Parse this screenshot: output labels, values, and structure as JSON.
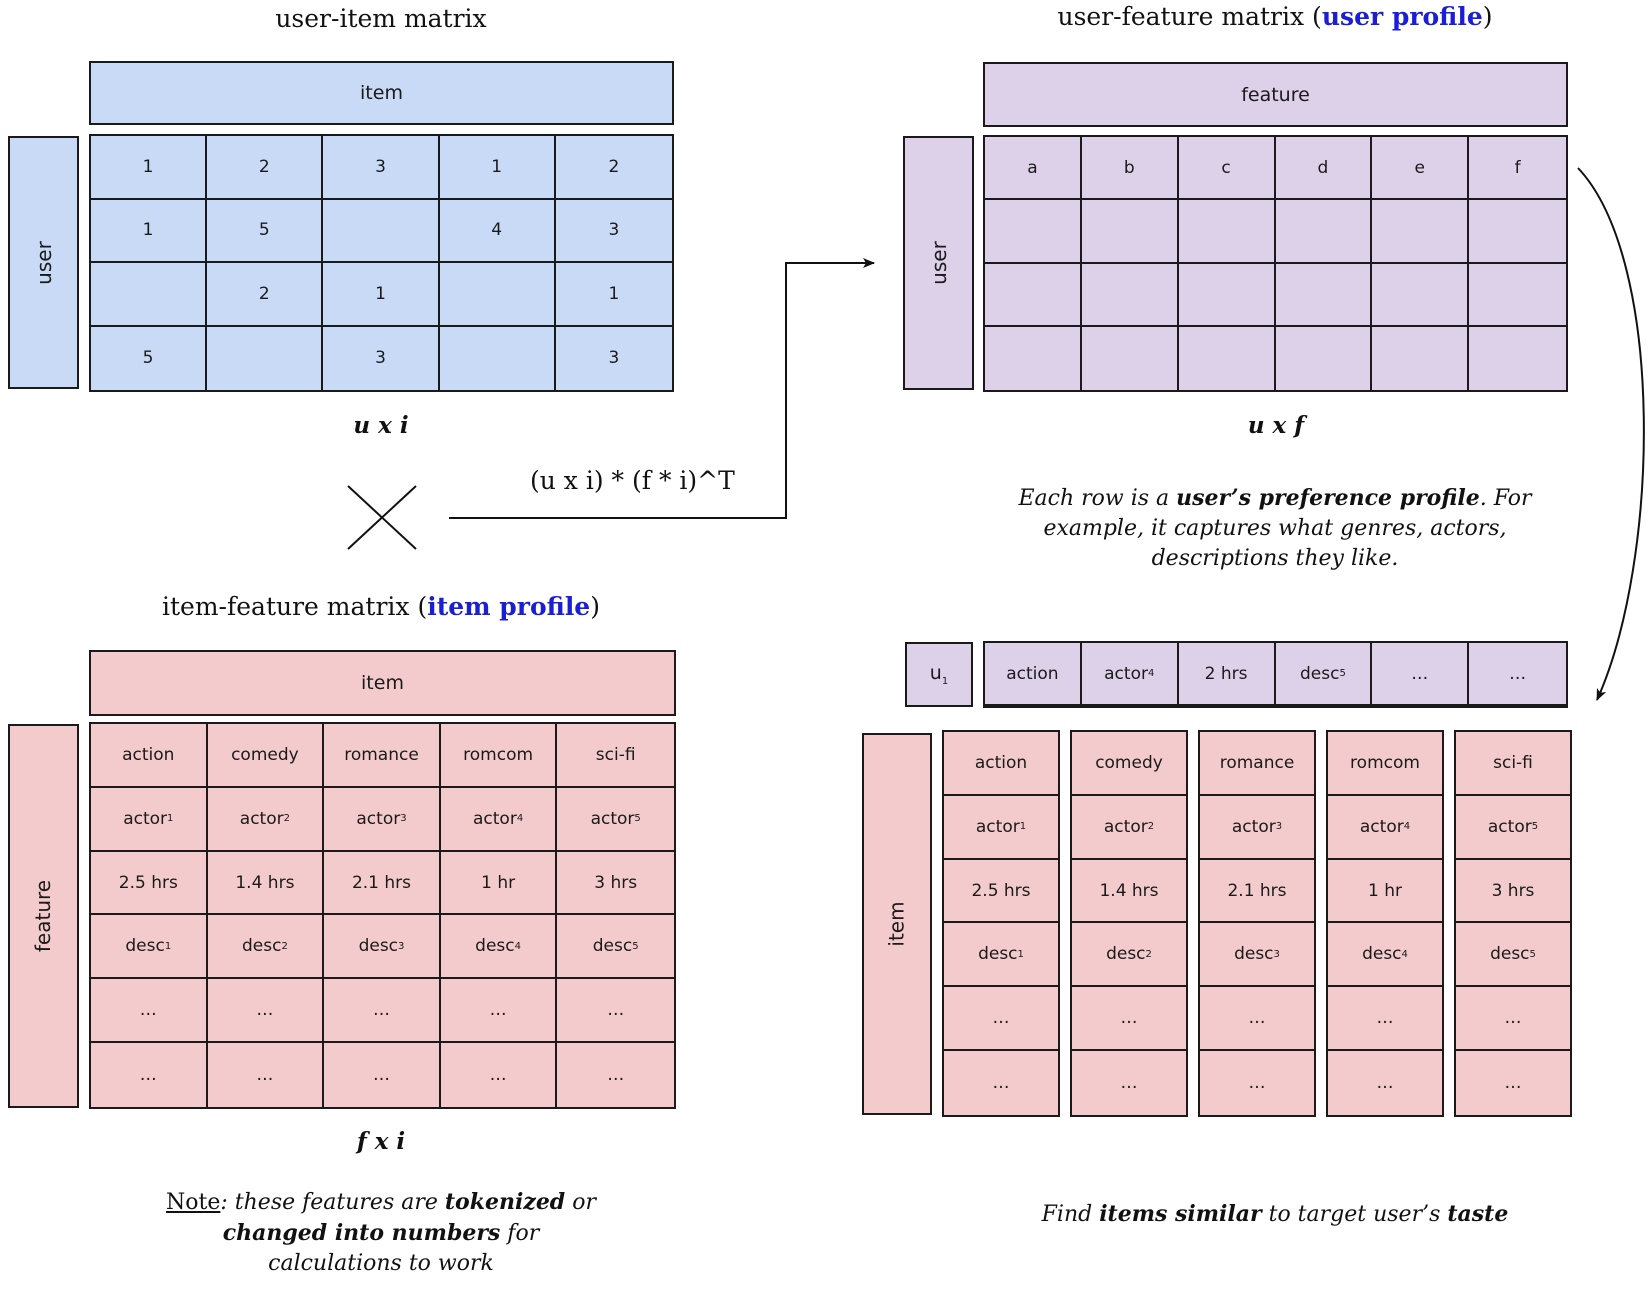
{
  "user_item": {
    "title": "user-item matrix",
    "col_header": "item",
    "row_header": "user",
    "rows": [
      [
        "1",
        "2",
        "3",
        "1",
        "2"
      ],
      [
        "1",
        "5",
        "",
        "4",
        "3"
      ],
      [
        "",
        "2",
        "1",
        "",
        "1"
      ],
      [
        "5",
        "",
        "3",
        "",
        "3"
      ]
    ],
    "dim": "u x i"
  },
  "operation": {
    "formula": "(u x i) * (f * i)^T"
  },
  "item_feature": {
    "title_pre": "item-feature matrix (",
    "title_highlight": "item profile",
    "title_post": ")",
    "col_header": "item",
    "row_header": "feature",
    "genres": [
      "action",
      "comedy",
      "romance",
      "romcom",
      "sci-fi"
    ],
    "actor_label": "actor",
    "actor_subs": [
      "1",
      "2",
      "3",
      "4",
      "5"
    ],
    "durations": [
      "2.5 hrs",
      "1.4 hrs",
      "2.1 hrs",
      "1 hr",
      "3 hrs"
    ],
    "desc_label": "desc",
    "desc_subs": [
      "1",
      "2",
      "3",
      "4",
      "5"
    ],
    "ellipsis": "…",
    "dim": "f x i",
    "note_underlined": "Note",
    "note_1": ": these features are ",
    "note_bold_1": "tokenized",
    "note_2": " or",
    "note_bold_2": "changed into numbers",
    "note_3": " for",
    "note_4": "calculations to work"
  },
  "user_feature": {
    "title_pre": "user-feature matrix (",
    "title_highlight": "user profile",
    "title_post": ")",
    "col_header": "feature",
    "row_header": "user",
    "cols": [
      "a",
      "b",
      "c",
      "d",
      "e",
      "f"
    ],
    "dim": "u x f",
    "caption_1": "Each row is a ",
    "caption_bold": "user’s preference profile",
    "caption_2": ". For",
    "caption_3": "example, it captures what genres, actors,",
    "caption_4": "descriptions they like."
  },
  "profile_row": {
    "user_label": "u",
    "user_sub": "1",
    "cells": [
      "action",
      "actor",
      "2 hrs",
      "desc",
      "…",
      "…"
    ],
    "actor_sub": "4",
    "desc_sub": "5"
  },
  "item_columns": {
    "row_header": "item",
    "caption_1": "Find ",
    "caption_bold_1": "items similar",
    "caption_2": " to target user’s ",
    "caption_bold_2": "taste"
  },
  "colors": {
    "blue": "#c9daf7",
    "purple": "#dcd1e9",
    "pink": "#f3cbcc",
    "highlight": "#1a1fd6"
  }
}
